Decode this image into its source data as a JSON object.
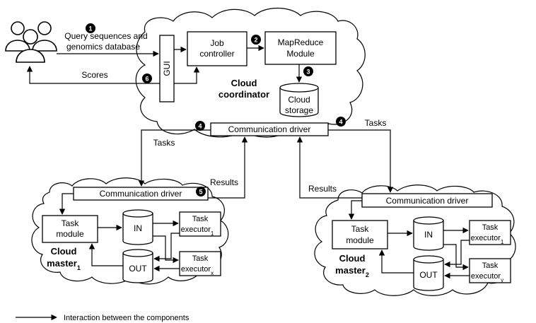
{
  "labels": {
    "query": "Query sequences and",
    "query2": "genomics database",
    "scores": "Scores",
    "gui": "GUI",
    "job_controller_1": "Job",
    "job_controller_2": "controller",
    "mapreduce_1": "MapReduce",
    "mapreduce_2": "Module",
    "cloud_coordinator_1": "Cloud",
    "cloud_coordinator_2": "coordinator",
    "cloud_storage_1": "Cloud",
    "cloud_storage_2": "storage",
    "comm_driver": "Communication driver",
    "tasks": "Tasks",
    "results": "Results",
    "task_module_1": "Task",
    "task_module_2": "module",
    "in": "IN",
    "out": "OUT",
    "task": "Task",
    "executor": "executor",
    "sub_1": "1",
    "sub_x": "x",
    "sub_y": "y",
    "sub_2": "2",
    "cloud_master": "Cloud",
    "master": "master",
    "legend": "Interaction between the components"
  },
  "steps": [
    "1",
    "2",
    "3",
    "4",
    "4",
    "5",
    "6"
  ]
}
